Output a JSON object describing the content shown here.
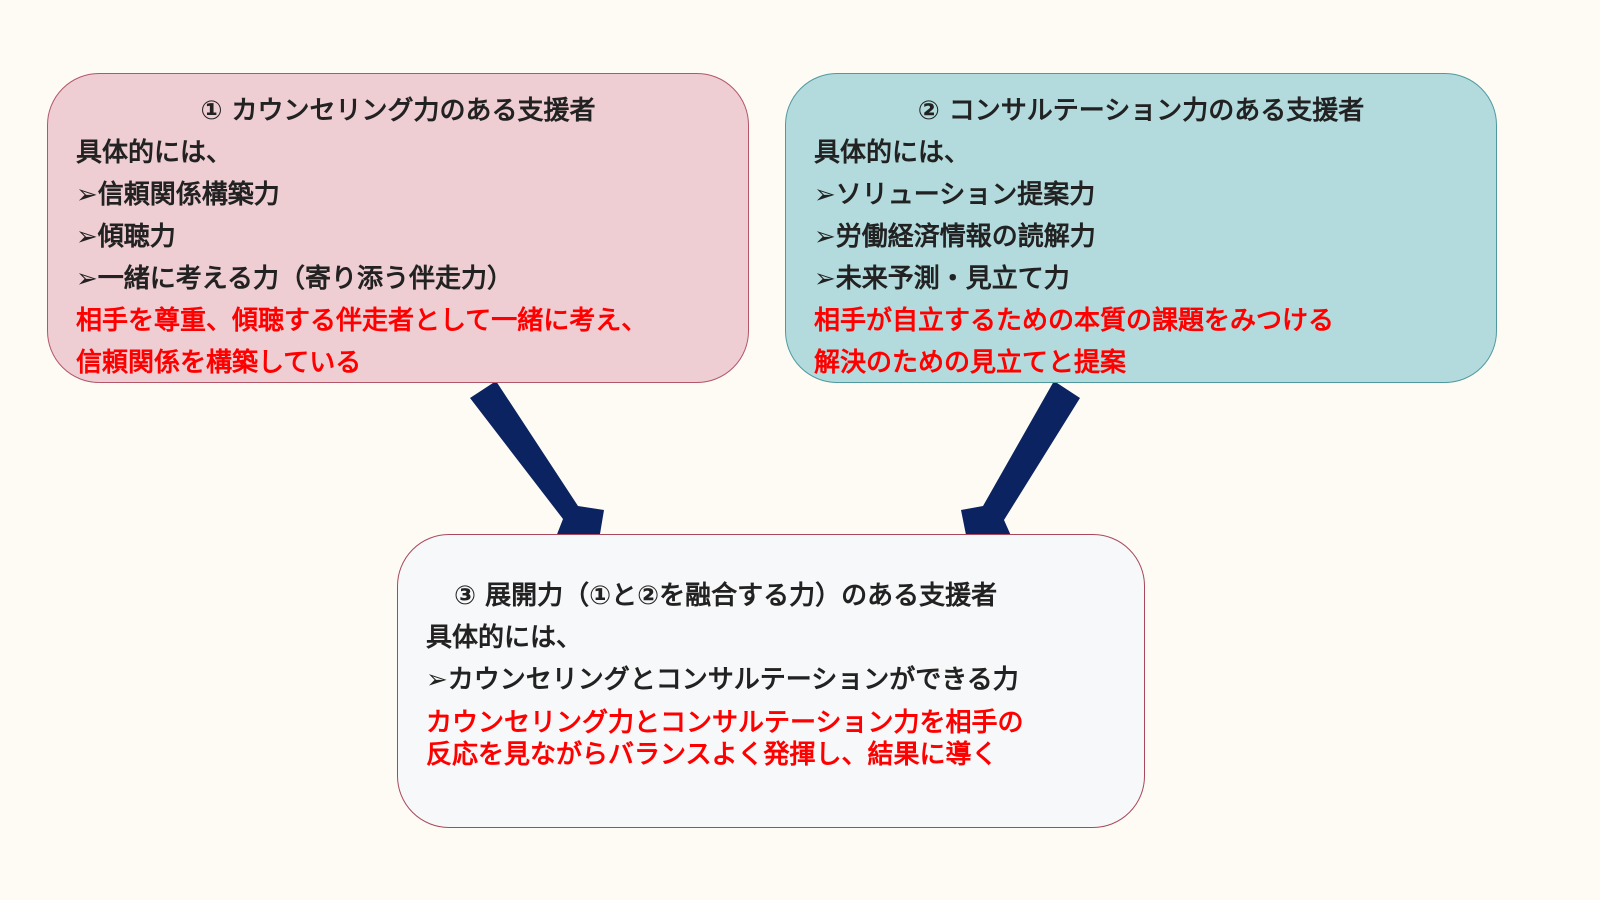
{
  "colors": {
    "box1_fill": "#eecdd3",
    "box2_fill": "#b3dbdd",
    "box3_fill": "#f7f8f9",
    "arrow": "#0b2360",
    "highlight": "#ff0000",
    "background": "#fdfbf4"
  },
  "box1": {
    "title": "① カウンセリング力のある支援者",
    "intro": "具体的には、",
    "items": [
      "➢信頼関係構築力",
      "➢傾聴力",
      "➢一緒に考える力（寄り添う伴走力）"
    ],
    "summary": [
      "相手を尊重、傾聴する伴走者として一緒に考え、",
      "信頼関係を構築している"
    ]
  },
  "box2": {
    "title": "② コンサルテーション力のある支援者",
    "intro": "具体的には、",
    "items": [
      "➢ソリューション提案力",
      "➢労働経済情報の読解力",
      "➢未来予測・見立て力"
    ],
    "summary": [
      "相手が自立するための本質の課題をみつける",
      "解決のための見立てと提案"
    ]
  },
  "box3": {
    "title": "③ 展開力（①と②を融合する力）のある支援者",
    "intro": "具体的には、",
    "items": [
      "➢カウンセリングとコンサルテーションができる力"
    ],
    "summary": [
      "カウンセリング力とコンサルテーション力を相手の",
      "反応を見ながらバランスよく発揮し、結果に導く"
    ]
  }
}
